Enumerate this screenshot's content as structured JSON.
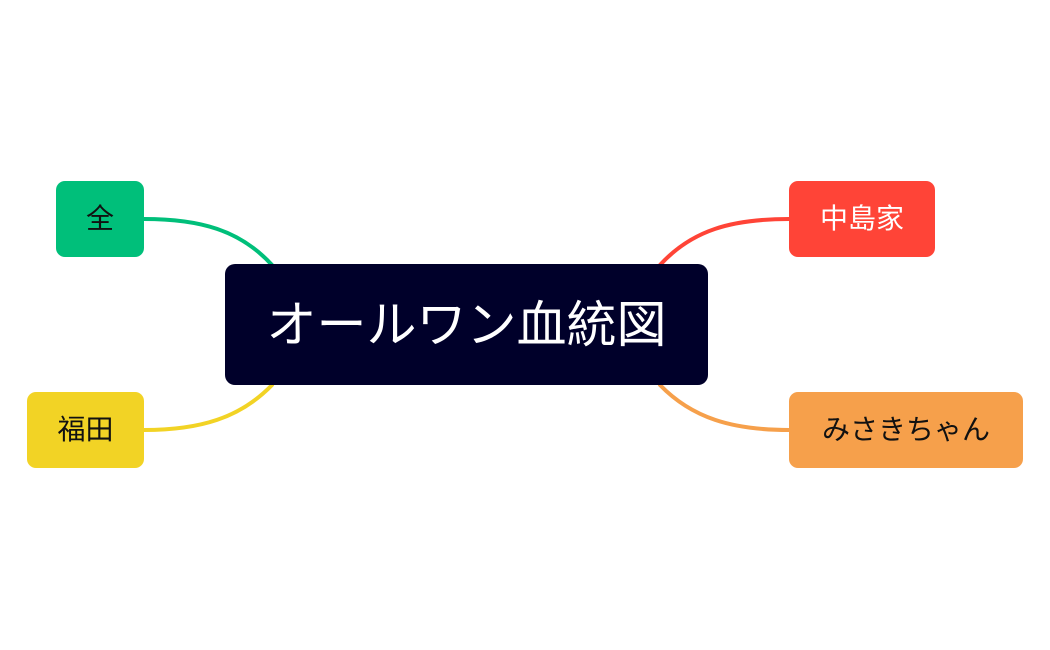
{
  "mindmap": {
    "root": {
      "label": "オールワン血統図",
      "color": "#00002a",
      "text_color": "#ffffff"
    },
    "branches": [
      {
        "id": "zen",
        "label": "全",
        "side": "left",
        "color": "#00bf7a",
        "text_color": "#111111"
      },
      {
        "id": "fukuda",
        "label": "福田",
        "side": "left",
        "color": "#f2d325",
        "text_color": "#111111"
      },
      {
        "id": "nakajima",
        "label": "中島家",
        "side": "right",
        "color": "#ff4437",
        "text_color": "#ffffff"
      },
      {
        "id": "misaki",
        "label": "みさきちゃん",
        "side": "right",
        "color": "#f6a04b",
        "text_color": "#111111"
      }
    ]
  }
}
